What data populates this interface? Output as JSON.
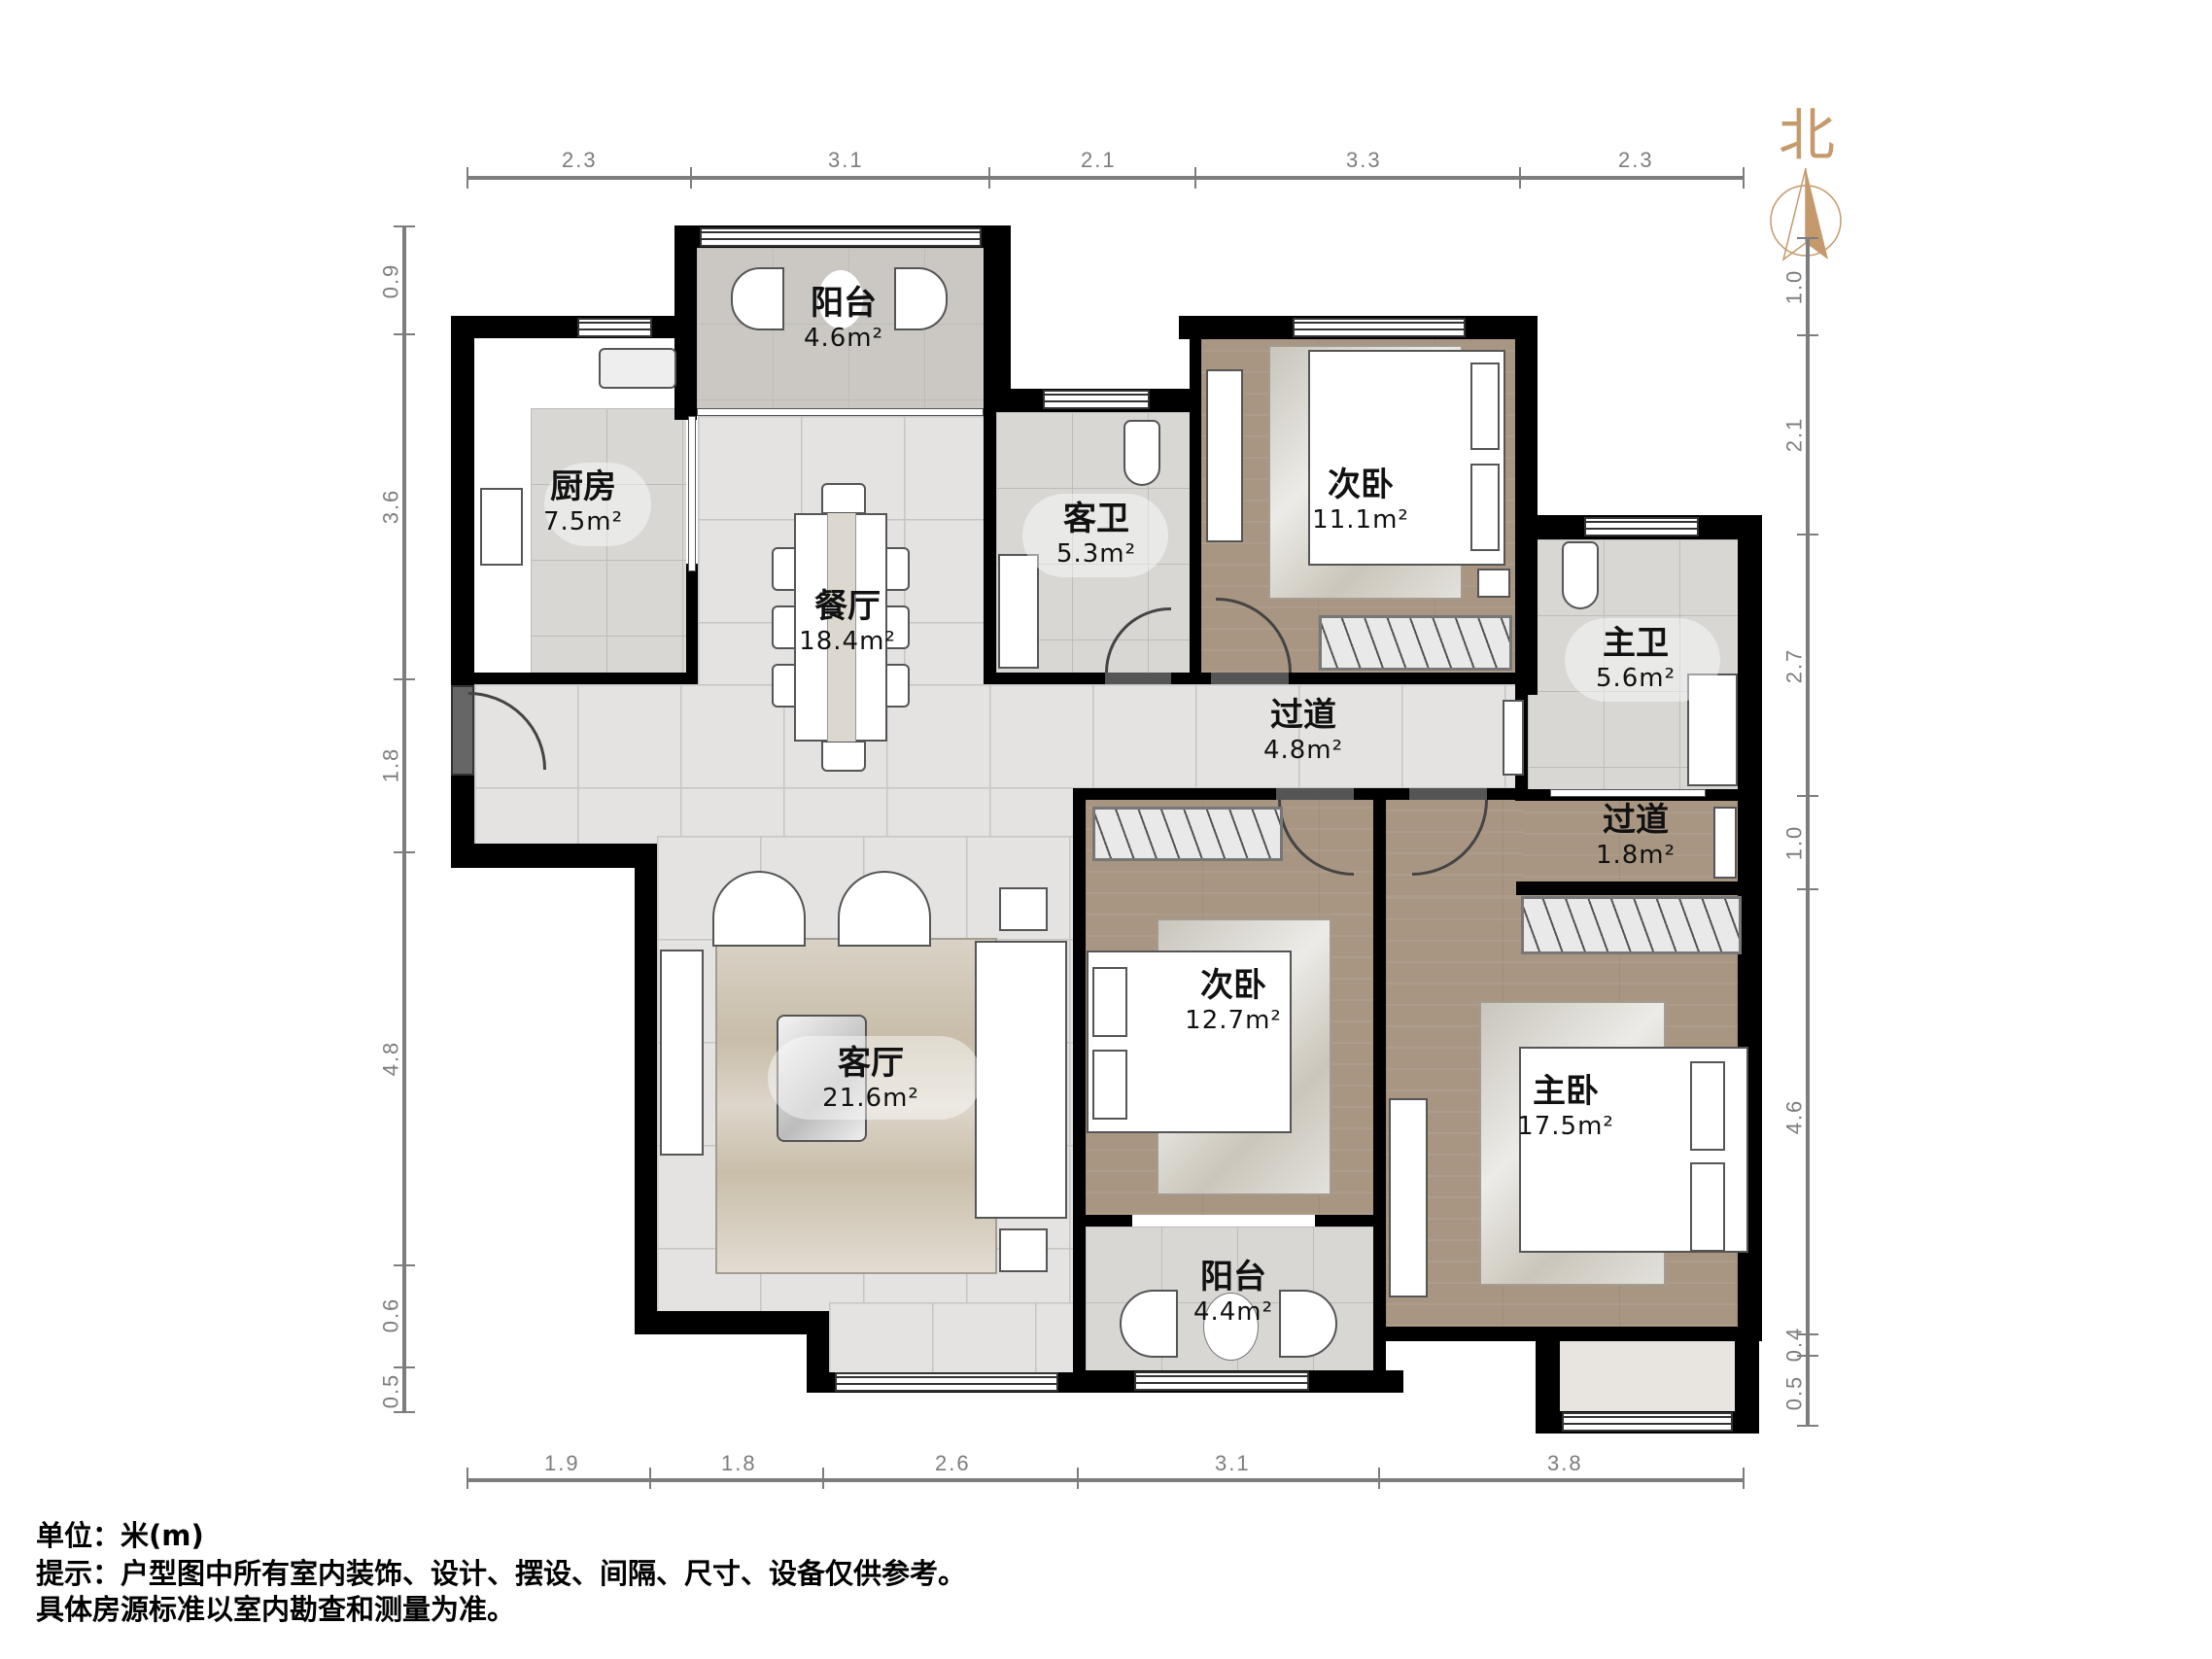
{
  "compass": {
    "label": "北",
    "color": "#c49a6c"
  },
  "dimensions": {
    "top": [
      "2.3",
      "3.1",
      "2.1",
      "3.3",
      "2.3"
    ],
    "bottom": [
      "1.9",
      "1.8",
      "2.6",
      "3.1",
      "3.8"
    ],
    "left": [
      "0.9",
      "3.6",
      "1.8",
      "4.8",
      "0.6",
      "0.5"
    ],
    "right": [
      "1.0",
      "2.1",
      "2.7",
      "1.0",
      "4.6",
      "0.4",
      "0.5"
    ]
  },
  "rooms": {
    "balcony_north": {
      "name": "阳台",
      "area": "4.6m²"
    },
    "kitchen": {
      "name": "厨房",
      "area": "7.5m²"
    },
    "dining": {
      "name": "餐厅",
      "area": "18.4m²"
    },
    "guest_bath": {
      "name": "客卫",
      "area": "5.3m²"
    },
    "bedroom_north": {
      "name": "次卧",
      "area": "11.1m²"
    },
    "master_bath": {
      "name": "主卫",
      "area": "5.6m²"
    },
    "corridor_main": {
      "name": "过道",
      "area": "4.8m²"
    },
    "corridor_small": {
      "name": "过道",
      "area": "1.8m²"
    },
    "living": {
      "name": "客厅",
      "area": "21.6m²"
    },
    "bedroom_south": {
      "name": "次卧",
      "area": "12.7m²"
    },
    "master_bedroom": {
      "name": "主卧",
      "area": "17.5m²"
    },
    "balcony_south": {
      "name": "阳台",
      "area": "4.4m²"
    }
  },
  "colors": {
    "wall": "#000000",
    "tile": "#d8d7d4",
    "wood": "#a89682",
    "dimension": "#7d7d7d"
  },
  "footer": {
    "unit": "单位：米(m)",
    "note1": "提示：户型图中所有室内装饰、设计、摆设、间隔、尺寸、设备仅供参考。",
    "note2": "具体房源标准以室内勘查和测量为准。"
  }
}
